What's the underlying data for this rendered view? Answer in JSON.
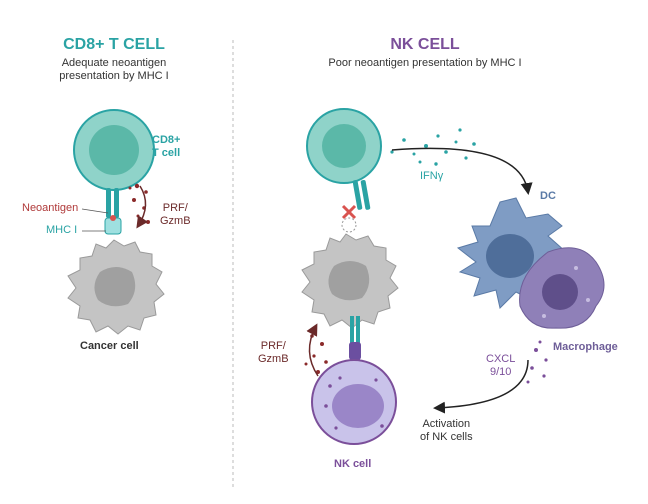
{
  "colors": {
    "teal": "#2aa3a4",
    "teal_cell": "#8fd3c9",
    "teal_nucleus": "#5bb8a8",
    "purple_title": "#7b4f9a",
    "red_label": "#b03a3a",
    "dc_blue": "#6f8fb8",
    "macrophage": "#8a7bb0",
    "nk_cell": "#c9c3ea",
    "cancer_gray": "#b5b5b5"
  },
  "left_panel": {
    "title": "CD8+ T CELL",
    "subtitle": "Adequate neoantigen\npresentation by MHC I",
    "tcell_label": "CD8+\nT cell",
    "neoantigen_label": "Neoantigen",
    "mhc_label": "MHC I",
    "prf_label": "PRF/\nGzmB",
    "cancer_label": "Cancer cell"
  },
  "right_panel": {
    "title": "NK CELL",
    "subtitle": "Poor neoantigen presentation by MHC I",
    "ifn_label": "IFNγ",
    "dc_label": "DC",
    "macrophage_label": "Macrophage",
    "cxcl_label": "CXCL\n9/10",
    "activation_label": "Activation\nof NK cells",
    "prf_label": "PRF/\nGzmB",
    "nk_label": "NK cell"
  }
}
